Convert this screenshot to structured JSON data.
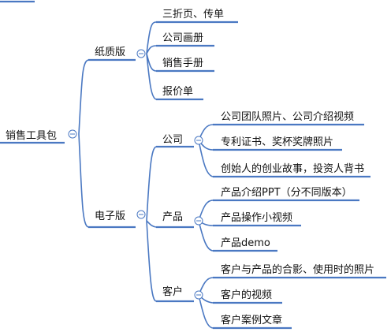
{
  "mindmap": {
    "root": {
      "label": "销售工具包",
      "toggle": "collapse-icon",
      "children": [
        {
          "label": "纸质版",
          "toggle": "collapse-icon",
          "children": [
            {
              "label": "三折页、传单"
            },
            {
              "label": "公司画册"
            },
            {
              "label": "销售手册"
            },
            {
              "label": "报价单"
            }
          ]
        },
        {
          "label": "电子版",
          "toggle": "collapse-icon",
          "children": [
            {
              "label": "公司",
              "toggle": "collapse-icon",
              "children": [
                {
                  "label": "公司团队照片、公司介绍视频"
                },
                {
                  "label": "专利证书、奖杯奖牌照片"
                },
                {
                  "label": "创始人的创业故事，投资人背书"
                }
              ]
            },
            {
              "label": "产品",
              "toggle": "collapse-icon",
              "children": [
                {
                  "label": "产品介绍PPT（分不同版本）"
                },
                {
                  "label": "产品操作小视频"
                },
                {
                  "label": "产品demo"
                }
              ]
            },
            {
              "label": "客户",
              "toggle": "collapse-icon",
              "children": [
                {
                  "label": "客户与产品的合影、使用时的照片"
                },
                {
                  "label": "客户的视频"
                },
                {
                  "label": "客户案例文章"
                }
              ]
            }
          ]
        }
      ]
    },
    "colors": {
      "line": "#4a78c2",
      "text": "#111111",
      "background": "#ffffff"
    }
  }
}
